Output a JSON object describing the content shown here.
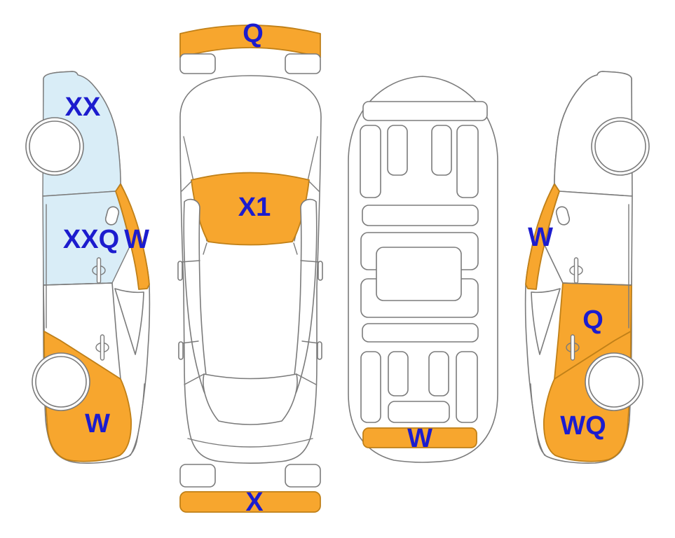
{
  "colors": {
    "highlight_orange": "#F7A62E",
    "highlight_blue": "#D9EDF7",
    "label_blue": "#1C1CCE",
    "outline_gray": "#7B7B7B",
    "orange_border": "#C08018",
    "background": "#FFFFFF"
  },
  "views": {
    "left_side": {
      "labels": {
        "front_fender": "XX",
        "front_door": "XXQ",
        "a_pillar": "W",
        "rear_quarter": "W"
      }
    },
    "top": {
      "labels": {
        "front_bumper": "Q",
        "windshield": "X1",
        "rear_bumper": "X"
      }
    },
    "underside": {
      "labels": {
        "rear_cross_member": "W"
      }
    },
    "right_side": {
      "labels": {
        "a_pillar": "W",
        "rear_door": "Q",
        "rear_quarter": "WQ"
      }
    }
  }
}
